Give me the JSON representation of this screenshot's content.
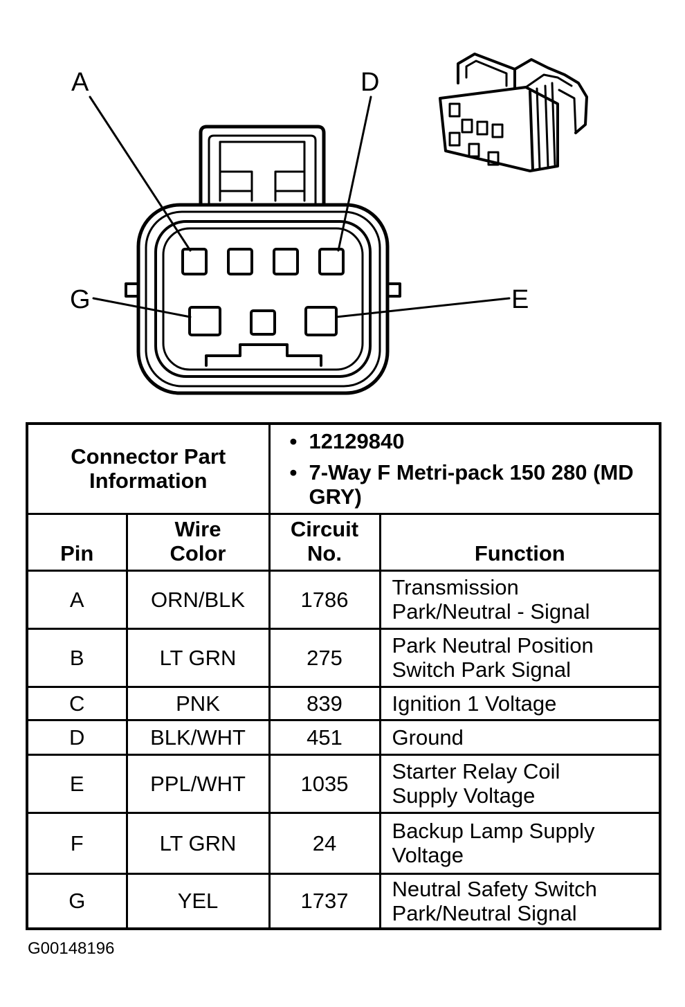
{
  "connector": {
    "callouts": [
      {
        "id": "a",
        "letter": "A"
      },
      {
        "id": "d",
        "letter": "D"
      },
      {
        "id": "g",
        "letter": "G"
      },
      {
        "id": "e",
        "letter": "E"
      }
    ]
  },
  "table": {
    "info_label": "Connector Part Information",
    "info_items": [
      "12129840",
      "7-Way F Metri-pack 150 280 (MD GRY)"
    ],
    "headers": {
      "pin": "Pin",
      "wire_color_1": "Wire",
      "wire_color_2": "Color",
      "circuit_1": "Circuit",
      "circuit_2": "No.",
      "function": "Function"
    },
    "rows": [
      {
        "pin": "A",
        "wire": "ORN/BLK",
        "circuit": "1786",
        "function_1": "Transmission",
        "function_2": "Park/Neutral - Signal"
      },
      {
        "pin": "B",
        "wire": "LT GRN",
        "circuit": "275",
        "function_1": "Park Neutral Position",
        "function_2": "Switch Park Signal"
      },
      {
        "pin": "C",
        "wire": "PNK",
        "circuit": "839",
        "function_1": "Ignition 1 Voltage",
        "function_2": ""
      },
      {
        "pin": "D",
        "wire": "BLK/WHT",
        "circuit": "451",
        "function_1": "Ground",
        "function_2": ""
      },
      {
        "pin": "E",
        "wire": "PPL/WHT",
        "circuit": "1035",
        "function_1": "Starter Relay Coil",
        "function_2": "Supply Voltage"
      },
      {
        "pin": "F",
        "wire": "LT GRN",
        "circuit": "24",
        "function_1": "Backup Lamp Supply",
        "function_2": "Voltage"
      },
      {
        "pin": "G",
        "wire": "YEL",
        "circuit": "1737",
        "function_1": "Neutral Safety Switch",
        "function_2": "Park/Neutral Signal"
      }
    ]
  },
  "figure_id": "G00148196",
  "colors": {
    "ink": "#000000",
    "background": "#ffffff"
  }
}
